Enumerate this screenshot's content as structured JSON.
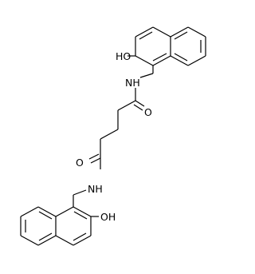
{
  "diagram": {
    "type": "chemical-structure",
    "labels": {
      "hydroxyl_top": "HO",
      "amide_nh_top": "NH",
      "carbonyl_o_top": "O",
      "carbonyl_o_bottom": "O",
      "amide_nh_bottom": "NH",
      "hydroxyl_bottom": "OH"
    }
  }
}
